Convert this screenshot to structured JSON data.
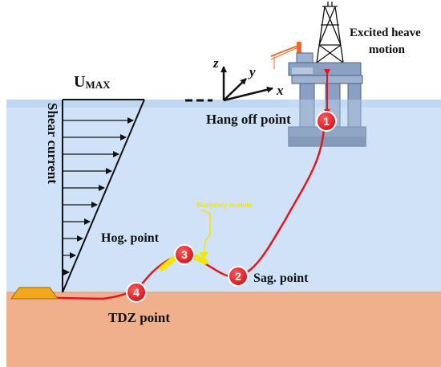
{
  "labels": {
    "umax": "U",
    "umax_sub": "MAX",
    "shear_current": "Shear current",
    "excited_heave_line1": "Excited heave",
    "excited_heave_line2": "motion",
    "hang_off_point": "Hang off point",
    "hog_point": "Hog. point",
    "sag_point": "Sag. point",
    "tdz_point": "TDZ point",
    "buoyancy_module": "Buoyancy module",
    "axis_x": "x",
    "axis_y": "y",
    "axis_z": "z"
  },
  "markers": [
    {
      "id": "1",
      "label": "1"
    },
    {
      "id": "2",
      "label": "2"
    },
    {
      "id": "3",
      "label": "3"
    },
    {
      "id": "4",
      "label": "4"
    }
  ],
  "colors": {
    "water": "#cfe2f7",
    "water_surface": "#bfd7f1",
    "seabed": "#f0b08c",
    "riser": "#e8141c",
    "marker": "#e8141c",
    "buoyancy": "#f3e600",
    "platform": "#8aa1c4",
    "crane": "#f26a2a"
  }
}
